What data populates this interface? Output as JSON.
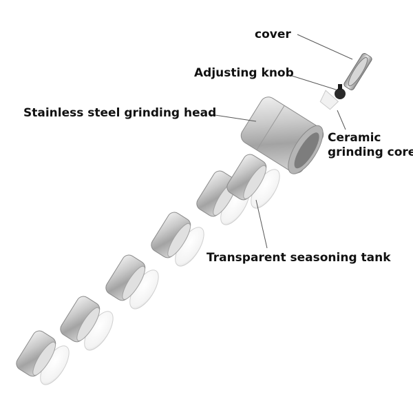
{
  "labels": {
    "cover": "cover",
    "adjusting_knob": "Adjusting knob",
    "grinding_head": "Stainless steel grinding head",
    "ceramic_core_line1": "Ceramic",
    "ceramic_core_line2": "grinding core",
    "seasoning_tank": "Transparent seasoning tank"
  },
  "colors": {
    "steel_light": "#e9e9e9",
    "steel_mid": "#b9b9b9",
    "steel_dark": "#8a8a8a",
    "glass": "#f4f4f4",
    "leader_line": "#555555",
    "text": "#111111"
  },
  "parts": {
    "jar_count": 6
  }
}
